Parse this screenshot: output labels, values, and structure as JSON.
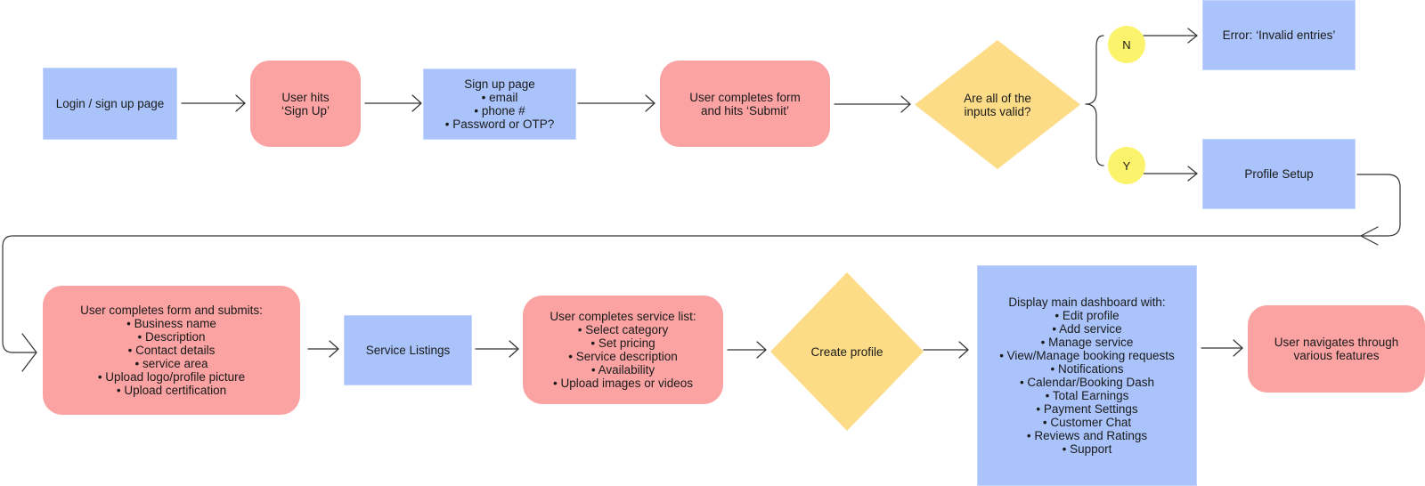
{
  "colors": {
    "process_box": "#aac4fb",
    "action_box": "#fba3a3",
    "decision": "#fddc87",
    "branch_label": "#fbf36b",
    "line": "#333333"
  },
  "nodes": {
    "login_page": "Login / sign up page",
    "user_hits_signup": [
      "User hits",
      "‘Sign Up’"
    ],
    "signup_page": {
      "title": "Sign up page",
      "items": [
        "•  email",
        "•  phone #",
        "•  Password or OTP?"
      ]
    },
    "completes_form": [
      "User completes form",
      "and hits ‘Submit’"
    ],
    "inputs_valid": [
      "Are all of the",
      "inputs valid?"
    ],
    "branch_no": "N",
    "branch_yes": "Y",
    "error_box": "Error: ‘Invalid entries’",
    "profile_setup": "Profile Setup",
    "business_form": {
      "title": "User completes form and submits:",
      "items": [
        "•  Business name",
        "•  Description",
        "•  Contact details",
        "•  service area",
        "•  Upload logo/profile picture",
        "•  Upload certification"
      ]
    },
    "service_listings": "Service Listings",
    "service_list": {
      "title": "User completes service list:",
      "items": [
        "•  Select category",
        "•  Set pricing",
        "•  Service description",
        "•  Availability",
        "•  Upload images or videos"
      ]
    },
    "create_profile": "Create profile",
    "dashboard": {
      "title": "Display main dashboard with:",
      "items": [
        "•  Edit profile",
        "•  Add service",
        "•  Manage service",
        "•  View/Manage booking requests",
        "•  Notifications",
        "•  Calendar/Booking Dash",
        "•  Total Earnings",
        "•  Payment Settings",
        "•  Customer Chat",
        "•  Reviews and Ratings",
        "•  Support"
      ]
    },
    "navigates": [
      "User navigates through",
      "various features"
    ]
  }
}
